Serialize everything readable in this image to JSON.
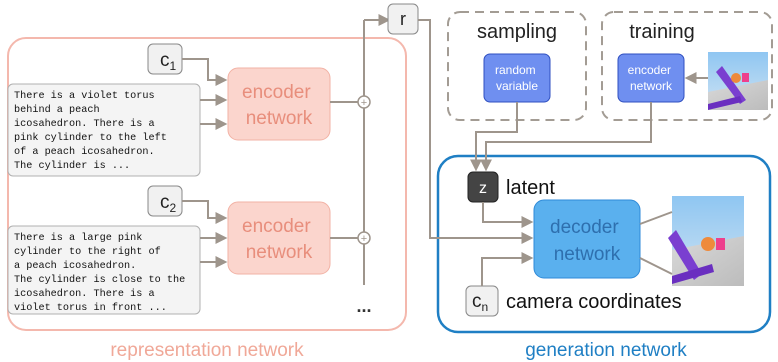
{
  "representation": {
    "label": "representation network",
    "queries": [
      {
        "camera": {
          "base": "c",
          "sub": "1"
        },
        "encoder": [
          "encoder",
          "network"
        ],
        "text": [
          "There is a violet torus",
          "behind a peach",
          "icosahedron. There is a",
          "pink cylinder to the left",
          "of a peach icosahedron.",
          "The cylinder is ..."
        ]
      },
      {
        "camera": {
          "base": "c",
          "sub": "2"
        },
        "encoder": [
          "encoder",
          "network"
        ],
        "text": [
          "There is a large pink",
          "cylinder to the right of",
          "a peach icosahedron.",
          "The cylinder is close to the",
          "icosahedron. There is a",
          "violet torus in front ..."
        ]
      }
    ],
    "ellipsis": "...",
    "sum_symbol": "+"
  },
  "r_label": "r",
  "sampling": {
    "title": "sampling",
    "box": [
      "random",
      "variable"
    ]
  },
  "training": {
    "title": "training",
    "box": [
      "encoder",
      "network"
    ]
  },
  "generation": {
    "label": "generation network",
    "latent_symbol": "z",
    "latent_label": "latent",
    "decoder": [
      "decoder",
      "network"
    ],
    "camera": {
      "base": "c",
      "sub": "n"
    },
    "camera_label": "camera coordinates"
  },
  "colors": {
    "rep_border": "#f4b8ad",
    "rep_label": "#f0a898",
    "encoder_fill": "#fbd5cd",
    "encoder_text": "#e88e7c",
    "gen_border": "#1f7fc4",
    "gen_label": "#1f7fc4",
    "decoder_fill": "#5ab0ee",
    "blue_box_fill": "#6f8ff0",
    "arrow": "#9e958c",
    "dashed": "#a39c94"
  }
}
